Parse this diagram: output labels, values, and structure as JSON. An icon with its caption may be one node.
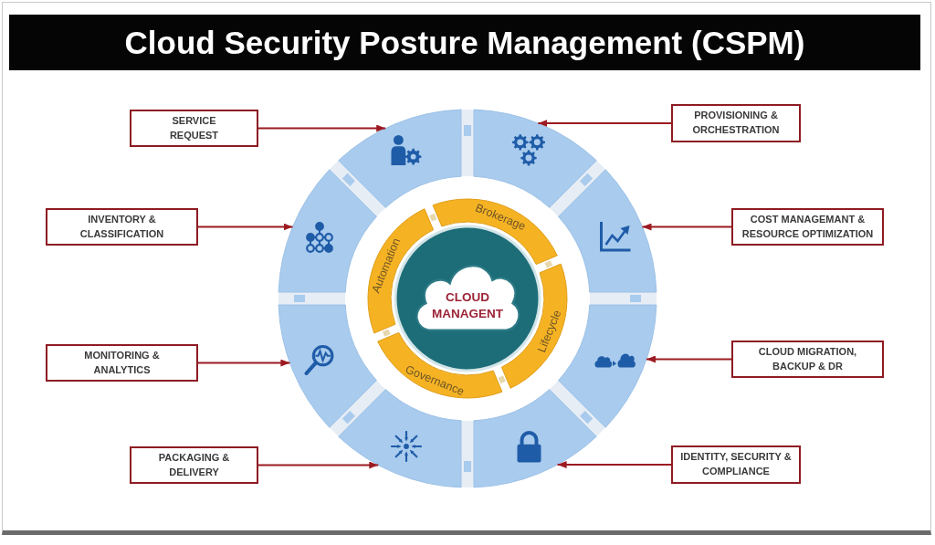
{
  "diagram": {
    "title": "Cloud Security Posture Management (CSPM)",
    "nodes": [
      {
        "text": [
          "SERVICE REQUEST"
        ]
      },
      {
        "text": [
          "PROVISIONING & ORCHESTRATION"
        ]
      },
      {
        "text": [
          "INVENTORY & CLASSIFICATION"
        ]
      },
      {
        "text": [
          "COST MANAGEMANT & RESOURCE OPTIMIZATION"
        ]
      },
      {
        "text": [
          "MONITORING & ANALYTICS"
        ]
      },
      {
        "text": [
          "CLOUD MIGRATION, BACKUP & DR"
        ]
      },
      {
        "text": [
          "PACKAGING & DELIVERY"
        ]
      },
      {
        "text": [
          "IDENTITY, SECURITY & COMPLIANCE"
        ]
      },
      {
        "text": [],
        "shape": "picture"
      },
      {
        "text": [],
        "shape": "picture"
      },
      {
        "text": [],
        "shape": "picture"
      },
      {
        "text": [],
        "shape": "picture"
      },
      {
        "text": [],
        "shape": "picture"
      },
      {
        "text": [],
        "shape": "picture"
      },
      {
        "text": [],
        "shape": "picture"
      },
      {
        "text": [],
        "shape": "picture"
      },
      {
        "text": [
          "Brokerage"
        ]
      },
      {
        "text": [
          "Automation"
        ]
      },
      {
        "text": [
          "Lifecycle"
        ]
      },
      {
        "text": [
          "Governance"
        ]
      },
      {
        "text": [
          "CLOUD MANAGENT"
        ]
      }
    ],
    "edges": [
      {
        "from": 0,
        "to": 8,
        "arrow": "to"
      },
      {
        "from": 1,
        "to": 9,
        "arrow": "to"
      },
      {
        "from": 2,
        "to": 10,
        "arrow": "to"
      },
      {
        "from": 3,
        "to": 11,
        "arrow": "to"
      },
      {
        "from": 4,
        "to": 12,
        "arrow": "to"
      },
      {
        "from": 5,
        "to": 13,
        "arrow": "to"
      },
      {
        "from": 6,
        "to": 14,
        "arrow": "to"
      },
      {
        "from": 7,
        "to": 15,
        "arrow": "to"
      }
    ]
  }
}
